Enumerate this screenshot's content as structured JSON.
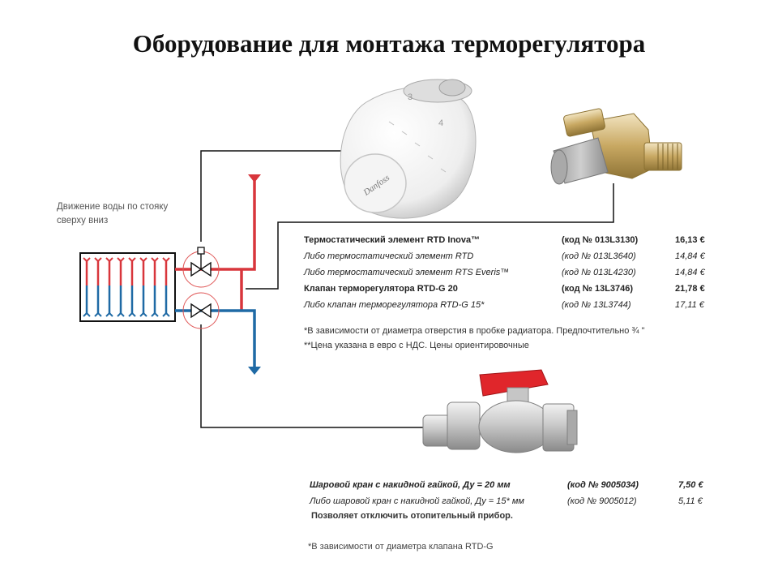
{
  "title": "Оборудование для монтажа терморегулятора",
  "flow_note": {
    "line1": "Движение воды по стояку",
    "line2": "сверху вниз"
  },
  "head_text": "Danfoss",
  "dial_numbers": [
    "3",
    "4"
  ],
  "colors": {
    "supply": "#d8363c",
    "return": "#1f6aa5",
    "valve_handle": "#e0262b"
  },
  "price_table_1": [
    {
      "name": "Термостатический элемент RTD Inova™",
      "code": "(код № 013L3130)",
      "price": "16,13 €",
      "style": "bold"
    },
    {
      "name": "Либо термостатический элемент RTD",
      "code": "(код № 013L3640)",
      "price": "14,84 €",
      "style": "italic"
    },
    {
      "name": "Либо термостатический элемент RTS Everis™",
      "code": "(код № 013L4230)",
      "price": "14,84 €",
      "style": "italic"
    },
    {
      "name": "Клапан терморегулятора RTD-G 20",
      "code": "(код № 13L3746)",
      "price": "21,78 €",
      "style": "bold"
    },
    {
      "name": "Либо клапан терморегулятора RTD-G 15*",
      "code": "(код № 13L3744)",
      "price": "17,11 €",
      "style": "italic"
    }
  ],
  "footnotes_1": [
    "*В зависимости от диаметра отверстия в пробке радиатора. Предпочтительно ¾ \"",
    "**Цена указана в евро с НДС. Цены ориентировочные"
  ],
  "price_table_2": [
    {
      "name": "Шаровой кран с накидной гайкой, Ду = 20 мм",
      "code": "(код № 9005034)",
      "price": "7,50 €",
      "style": "bold-italic"
    },
    {
      "name": "Либо шаровой кран с накидной гайкой, Ду = 15* мм",
      "code": "(код № 9005012)",
      "price": "5,11 €",
      "style": "italic"
    }
  ],
  "note_2": "Позволяет отключить отопительный прибор.",
  "footnote_2": "*В зависимости от диаметра клапана RTD-G"
}
